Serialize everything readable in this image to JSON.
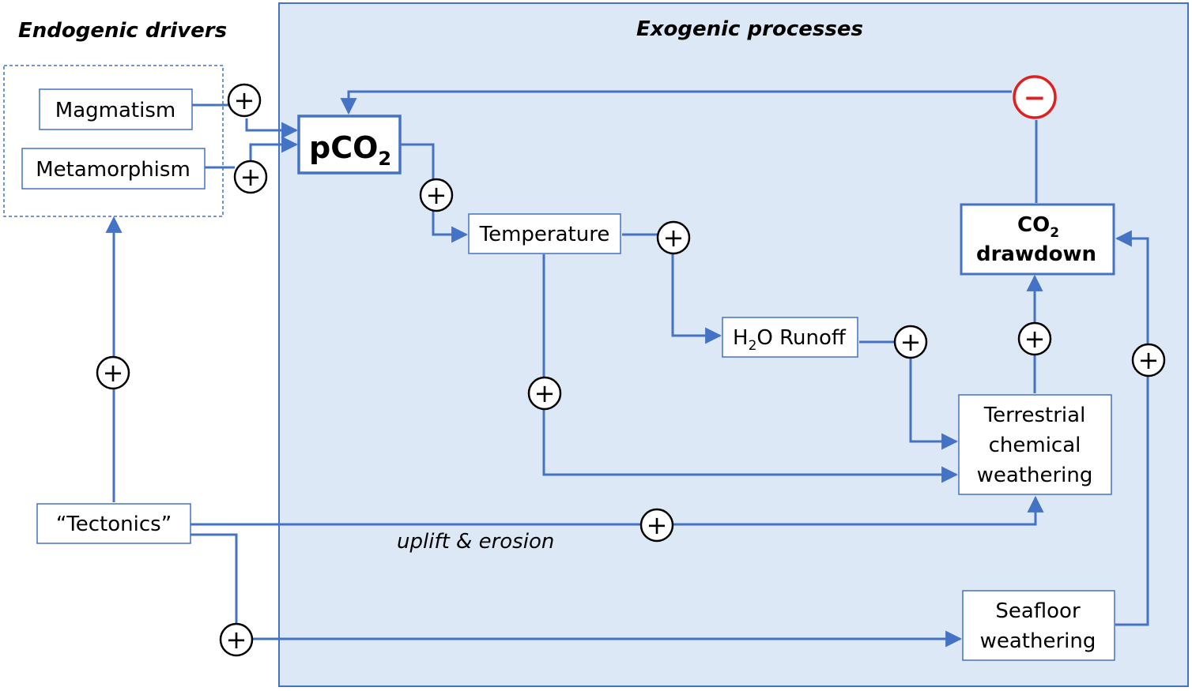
{
  "headers": {
    "endogenic": "Endogenic drivers",
    "exogenic": "Exogenic processes"
  },
  "nodes": {
    "magmatism": "Magmatism",
    "metamorphism": "Metamorphism",
    "pco2": {
      "main": "pCO",
      "sub": "2"
    },
    "temperature": "Temperature",
    "h2o_runoff": {
      "pre": "H",
      "sub": "2",
      "post": "O Runoff"
    },
    "co2_drawdown": {
      "line1_main": "CO",
      "line1_sub": "2",
      "line2": "drawdown"
    },
    "terrestrial": [
      "Terrestrial",
      "chemical",
      "weathering"
    ],
    "tectonics": "“Tectonics”",
    "seafloor": [
      "Seafloor",
      "weathering"
    ]
  },
  "edge_labels": {
    "uplift": "uplift & erosion"
  },
  "signs": {
    "positive": "+",
    "negative": "−"
  },
  "colors": {
    "panel_fill": "#dde8f6",
    "panel_stroke": "#4472c4",
    "arrow": "#4472c4",
    "negative": "#e02020"
  }
}
